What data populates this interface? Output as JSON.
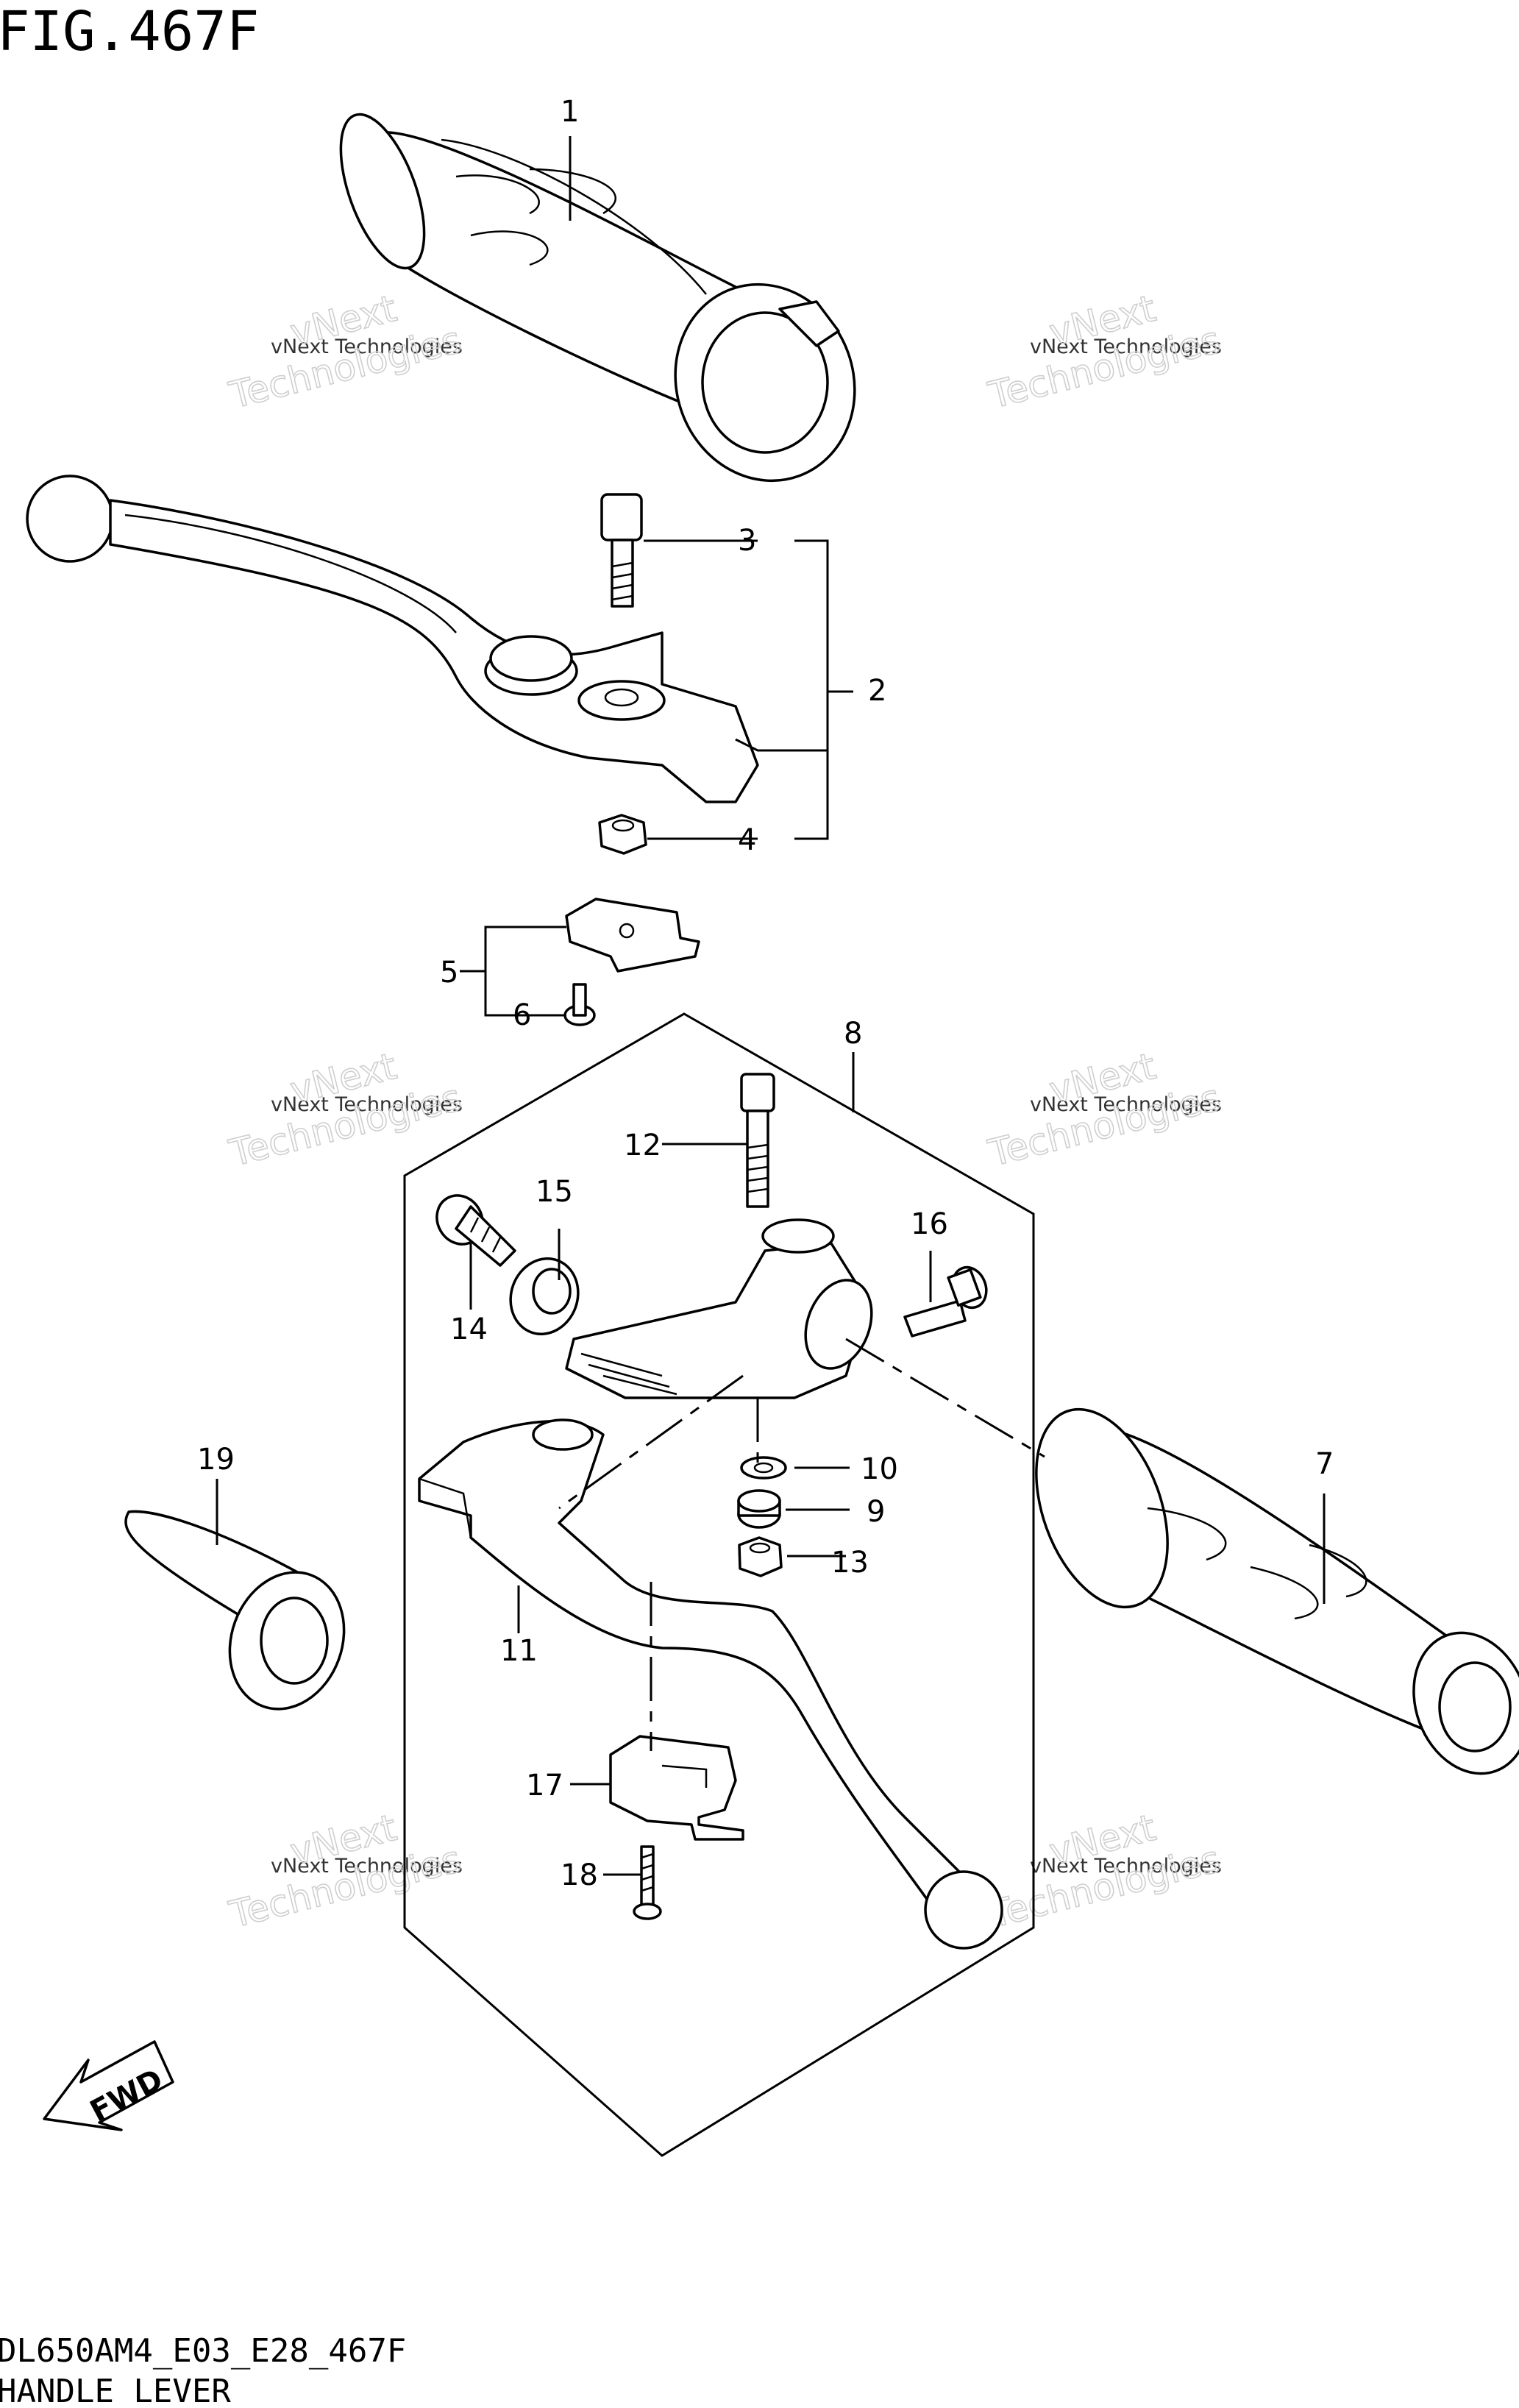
{
  "figure": {
    "title": "FIG.467F",
    "code": "DL650AM4_E03_E28_467F",
    "caption": "HANDLE LEVER",
    "direction_label": "FWD"
  },
  "watermarks": [
    {
      "line1": "vNext Technologies",
      "line2": "vNext",
      "line3": "Technologies"
    },
    {
      "line1": "vNext Technologies",
      "line2": "vNext",
      "line3": "Technologies"
    },
    {
      "line1": "vNext Technologies",
      "line2": "vNext",
      "line3": "Technologies"
    },
    {
      "line1": "vNext Technologies",
      "line2": "vNext",
      "line3": "Technologies"
    },
    {
      "line1": "vNext Technologies",
      "line2": "vNext",
      "line3": "Technologies"
    },
    {
      "line1": "vNext Technologies",
      "line2": "vNext",
      "line3": "Technologies"
    }
  ],
  "callouts": [
    "1",
    "2",
    "3",
    "4",
    "5",
    "6",
    "7",
    "8",
    "9",
    "10",
    "11",
    "12",
    "13",
    "14",
    "15",
    "16",
    "17",
    "18",
    "19"
  ]
}
